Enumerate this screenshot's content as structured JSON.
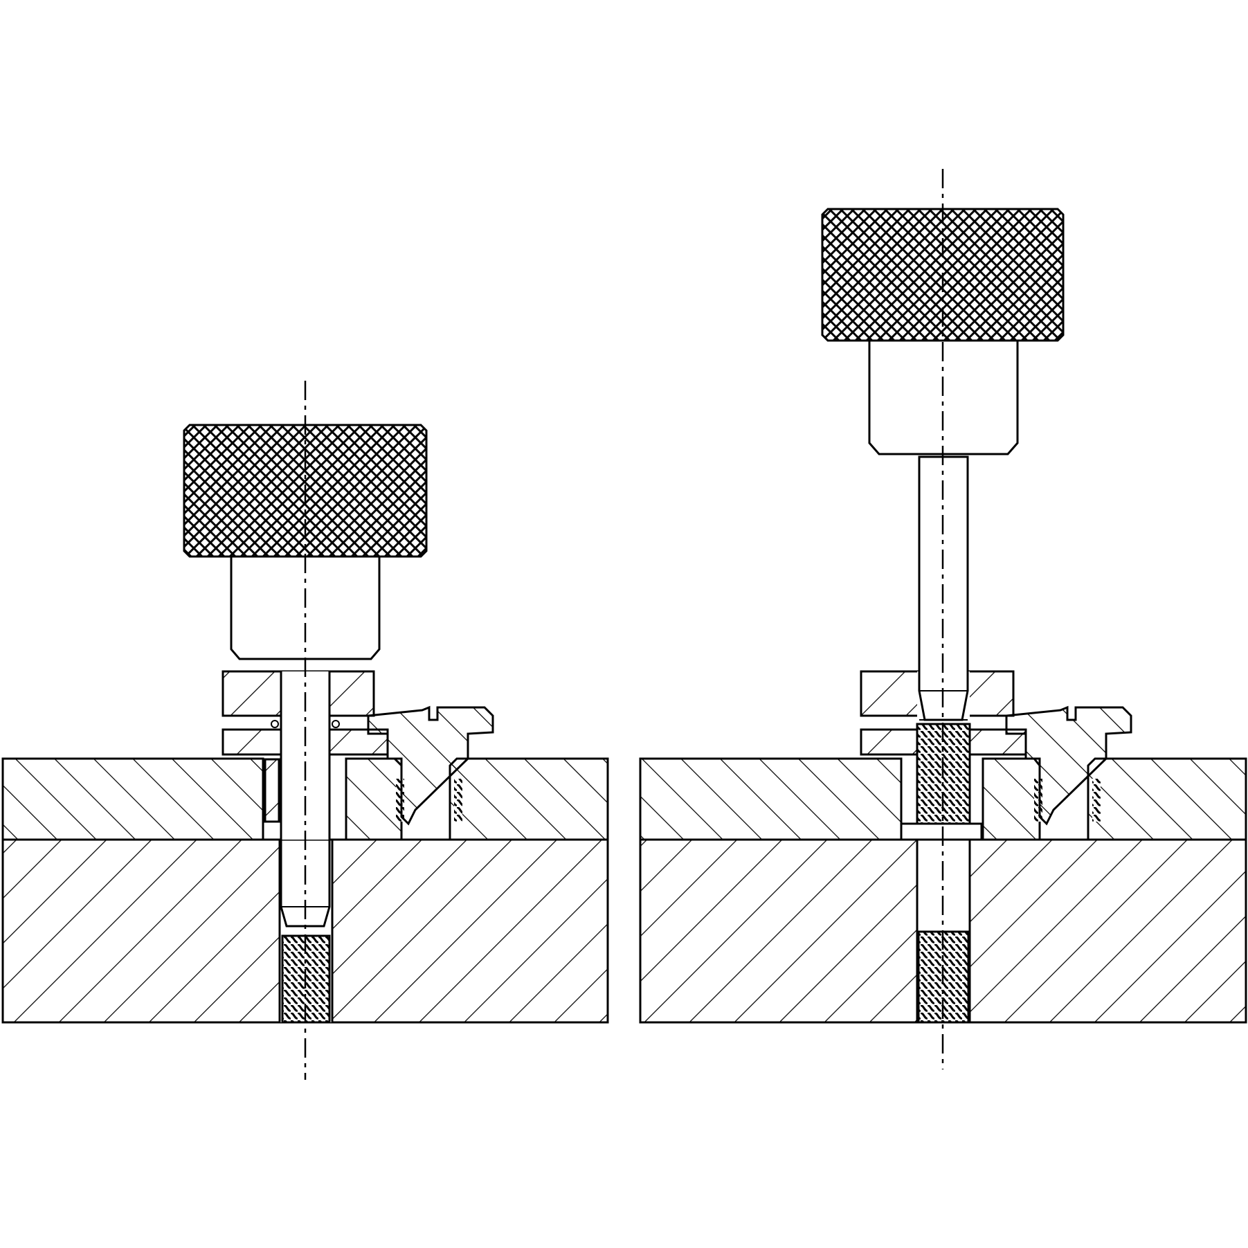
{
  "views": [
    {
      "id": "left",
      "state": "engaged"
    },
    {
      "id": "right",
      "state": "retracted"
    }
  ],
  "colors": {
    "line": "#000000",
    "background": "#ffffff",
    "hatch": "#000000"
  },
  "icons": {
    "knob": "knurled-knob-icon",
    "thread": "thread-icon"
  }
}
